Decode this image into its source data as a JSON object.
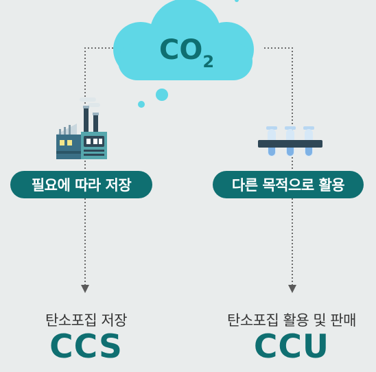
{
  "cloud": {
    "formula_main": "CO",
    "formula_sub": "2"
  },
  "left": {
    "pill_text": "필요에 따라 저장",
    "caption": "탄소포집 저장",
    "acronym": "CCS",
    "icon": "factory-icon"
  },
  "right": {
    "pill_text": "다른 목적으로 활용",
    "caption": "탄소포집 활용 및 판매",
    "acronym": "CCU",
    "icon": "test-tubes-icon"
  },
  "colors": {
    "background": "#e9ecec",
    "cloud": "#5fd7e6",
    "cloud_text": "#0f6f71",
    "pill": "#0f6f71",
    "accent": "#0f6f71",
    "connector": "#6a6a6a"
  }
}
